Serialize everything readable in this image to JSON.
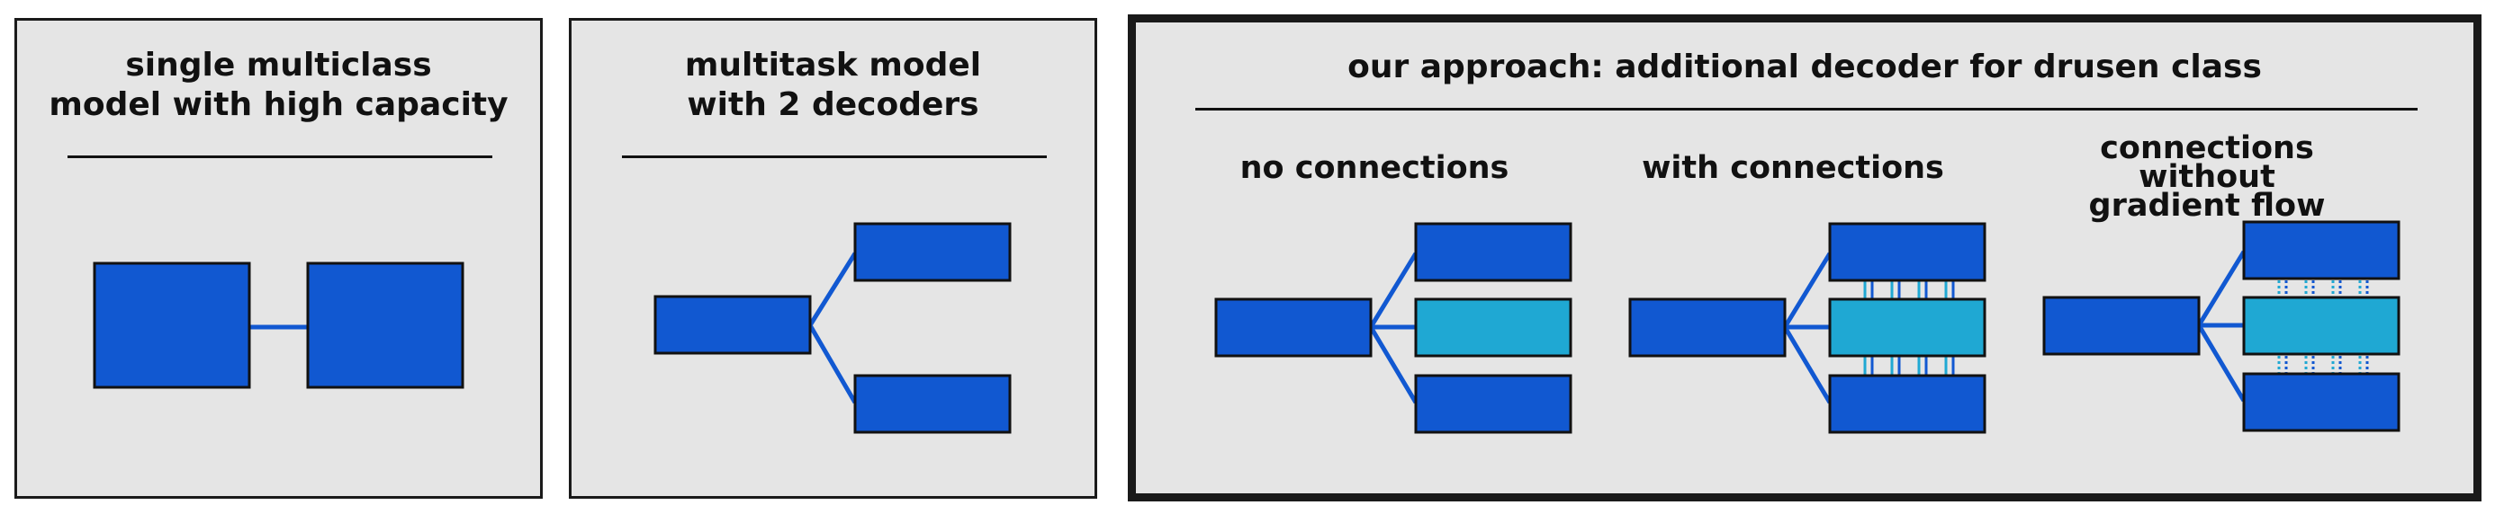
{
  "panels": {
    "p1": {
      "title_line1": "single multiclass",
      "title_line2": "model with high capacity"
    },
    "p2": {
      "title_line1": "multitask model",
      "title_line2": "with 2 decoders"
    },
    "p3": {
      "title": "our approach: additional decoder for drusen class",
      "variants": [
        {
          "label_line1": "no connections",
          "label_line2": ""
        },
        {
          "label_line1": "with connections",
          "label_line2": ""
        },
        {
          "label_line1": "connections without",
          "label_line2": "gradient flow"
        }
      ]
    }
  },
  "colors": {
    "panel_bg": "#e5e5e5",
    "box_blue": "#1158d1",
    "box_cyan": "#1fa8d3",
    "line_blue": "#1158d1",
    "outline": "#111111"
  }
}
